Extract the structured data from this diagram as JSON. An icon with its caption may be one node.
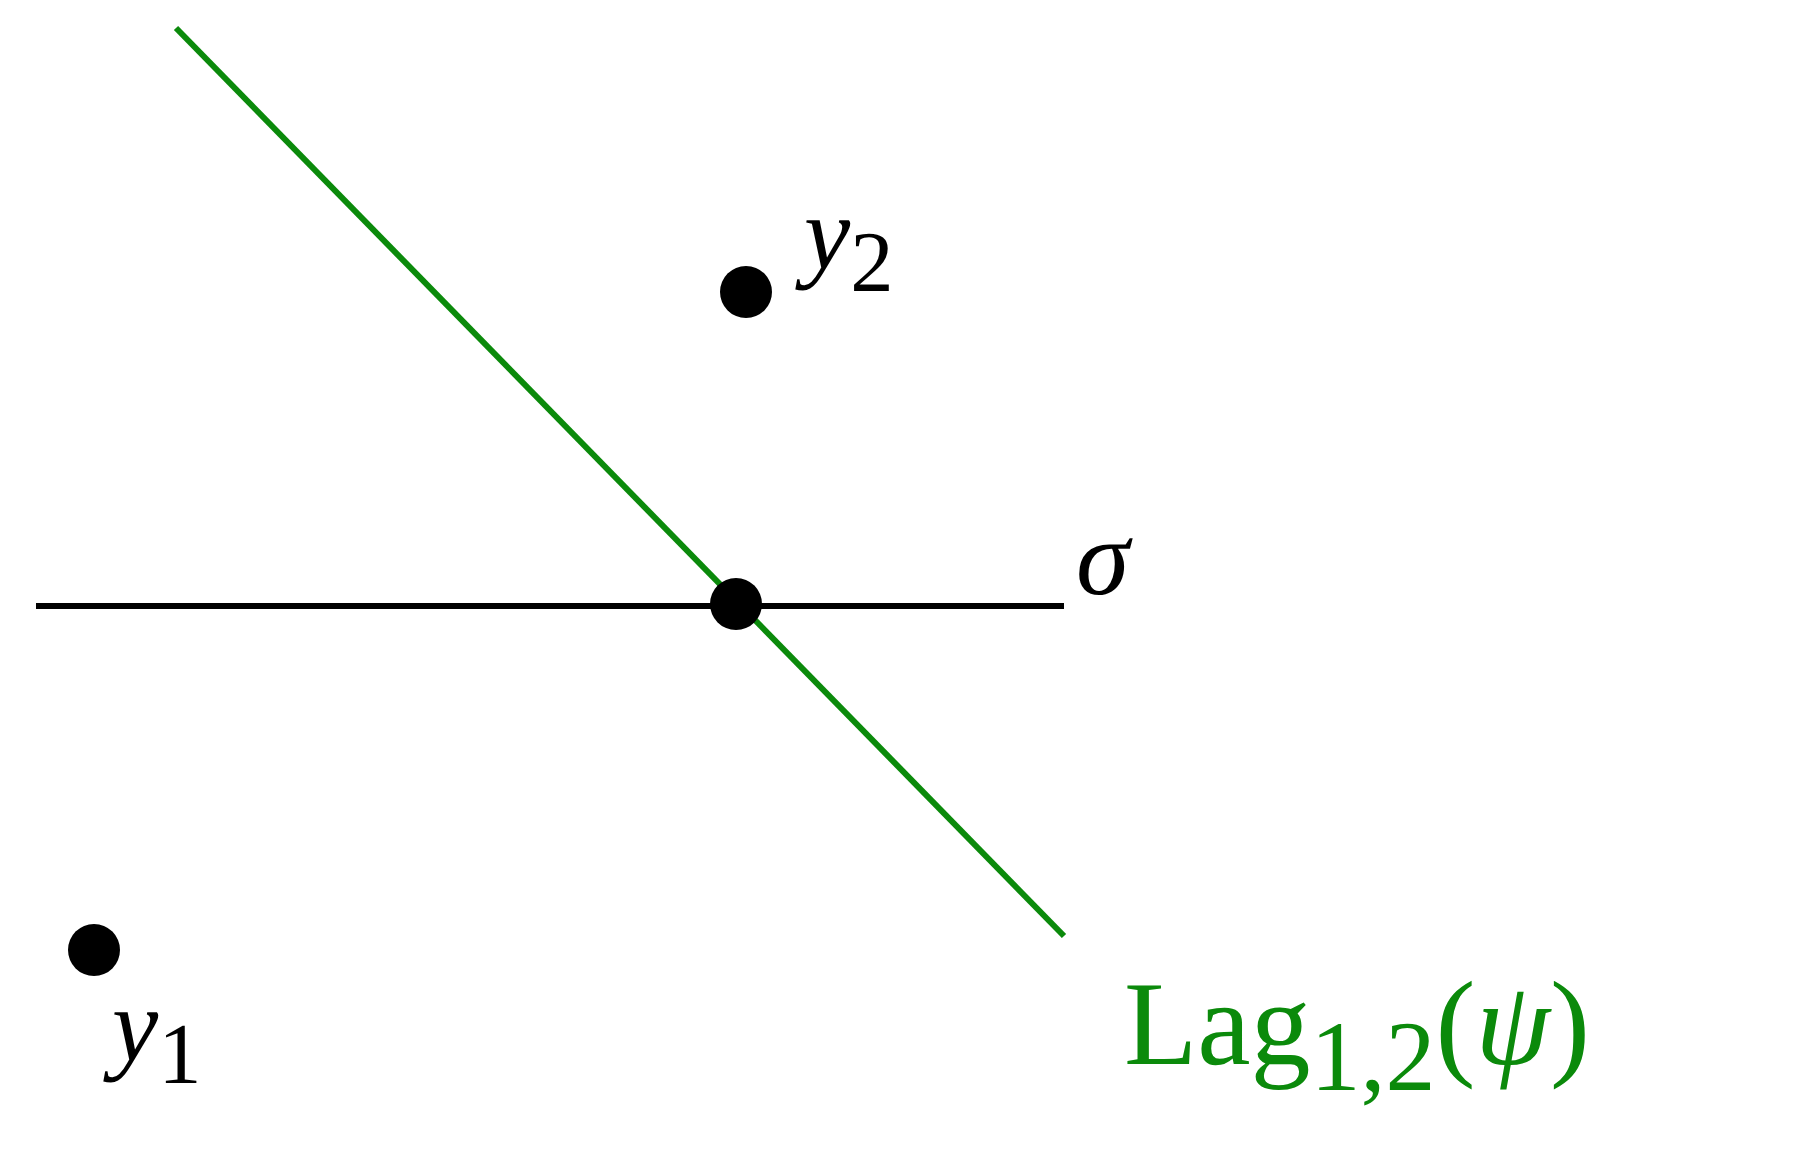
{
  "diagram": {
    "labels": [
      "*y*$_{2}$",
      "σ",
      "*y*$_{1}$",
      "Lag$_{1,2}$(*ψ*)"
    ]
  }
}
